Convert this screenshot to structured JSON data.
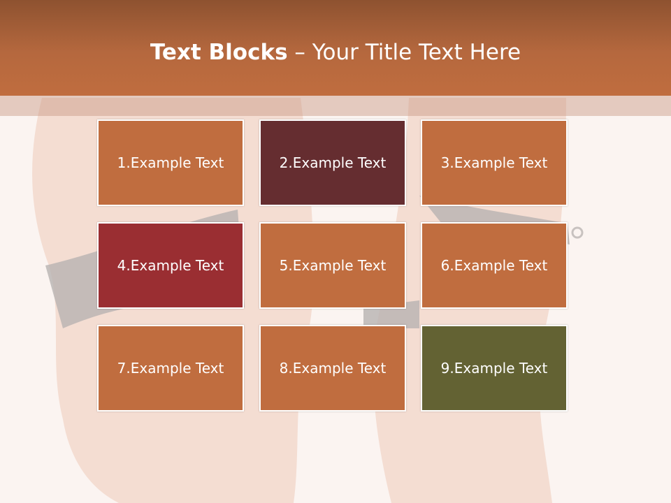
{
  "title": {
    "bold": "Text Blocks",
    "rest": " – Your Title Text Here"
  },
  "blocks": [
    {
      "label": "1.Example Text",
      "color": "#c06d3f"
    },
    {
      "label": "2.Example Text",
      "color": "#652d30"
    },
    {
      "label": "3.Example Text",
      "color": "#c06d3f"
    },
    {
      "label": "4.Example Text",
      "color": "#9a2e32"
    },
    {
      "label": "5.Example Text",
      "color": "#c06d3f"
    },
    {
      "label": "6.Example Text",
      "color": "#c06d3f"
    },
    {
      "label": "7.Example Text",
      "color": "#c06d3f"
    },
    {
      "label": "8.Example Text",
      "color": "#c06d3f"
    },
    {
      "label": "9.Example Text",
      "color": "#636233"
    }
  ]
}
